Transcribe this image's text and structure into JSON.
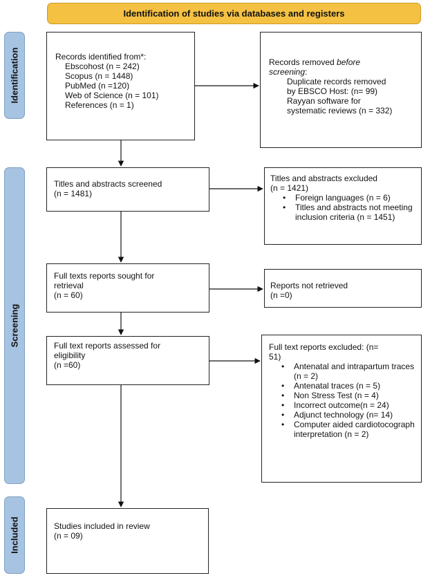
{
  "header": {
    "title": "Identification of studies via databases and registers"
  },
  "stages": {
    "identification": "Identification",
    "screening": "Screening",
    "included": "Included"
  },
  "identified": {
    "title": "Records identified from*:",
    "sources": [
      "Ebscohost (n = 242)",
      "Scopus (n = 1448)",
      "PubMed (n =120)",
      "Web of Science (n = 101)",
      "References (n = 1)"
    ]
  },
  "removed": {
    "title_prefix": "Records removed ",
    "title_em": "before",
    "title_suffix": "screening",
    "colon": ":",
    "lines": [
      "Duplicate records removed",
      "by EBSCO Host: (n= 99)",
      "Rayyan software for",
      "systematic reviews (n = 332)"
    ]
  },
  "screened": {
    "line1": "Titles and abstracts  screened",
    "line2": "(n = 1481)"
  },
  "excluded_ta": {
    "line1": "Titles and abstracts excluded",
    "line2": "(n = 1421)",
    "bullets": [
      "Foreign languages (n = 6)",
      "Titles and abstracts not meeting inclusion criteria (n = 1451)"
    ]
  },
  "sought": {
    "line1": "Full texts reports sought for",
    "line2": "retrieval",
    "line3": "(n = 60)"
  },
  "not_retrieved": {
    "line1": "Reports not retrieved",
    "line2": "(n =0)"
  },
  "assessed": {
    "line1": "Full text reports assessed for",
    "line2": "eligibility",
    "line3": "(n =60)"
  },
  "excluded_ft": {
    "line1": "Full text reports excluded: (n=",
    "line2": "51)",
    "bullets": [
      "Antenatal and intrapartum traces (n = 2)",
      "Antenatal traces (n = 5)",
      "Non Stress Test (n = 4)",
      "Incorrect outcome(n = 24)",
      "Adjunct technology (n= 14)",
      "Computer aided cardiotocograph interpretation (n = 2)"
    ]
  },
  "included": {
    "line1": "Studies included in review",
    "line2": "(n = 09)"
  }
}
